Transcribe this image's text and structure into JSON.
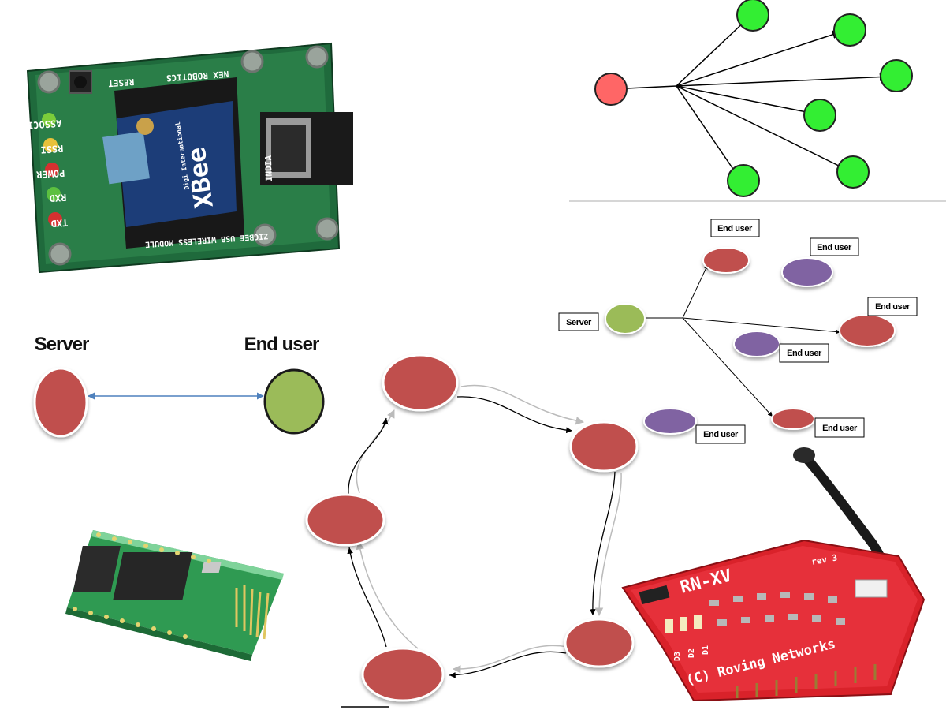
{
  "diagram": {
    "p2p": {
      "left_label": "Server",
      "right_label": "End user"
    },
    "star_tree": {
      "server_label": "Server",
      "end_user_labels": [
        "End user",
        "End user",
        "End user",
        "End user",
        "End user",
        "End user"
      ]
    },
    "xbee_board": {
      "chip_brand": "XBee",
      "chip_maker": "Digi International",
      "board_maker": "NEX ROBOTICS",
      "board_reset": "RESET",
      "board_origin": "INDIA",
      "board_name": "ZIGBEE USB WIRELESS MODULE",
      "led_labels": [
        "ASSOCIATE",
        "RSSI",
        "POWER",
        "RXD",
        "TXD"
      ]
    },
    "wifly_board": {
      "title": "RN-XV",
      "rev": "rev 3",
      "maker": "(C) Roving Networks",
      "led_labels": [
        "D3",
        "D2",
        "D1"
      ]
    }
  },
  "colors": {
    "node_red": "#c0504d",
    "node_green": "#9bbb59",
    "node_purple": "#8064a2",
    "bright_green": "#33ee33",
    "bright_red": "#ff6666",
    "link_blue": "#4f81bd"
  }
}
